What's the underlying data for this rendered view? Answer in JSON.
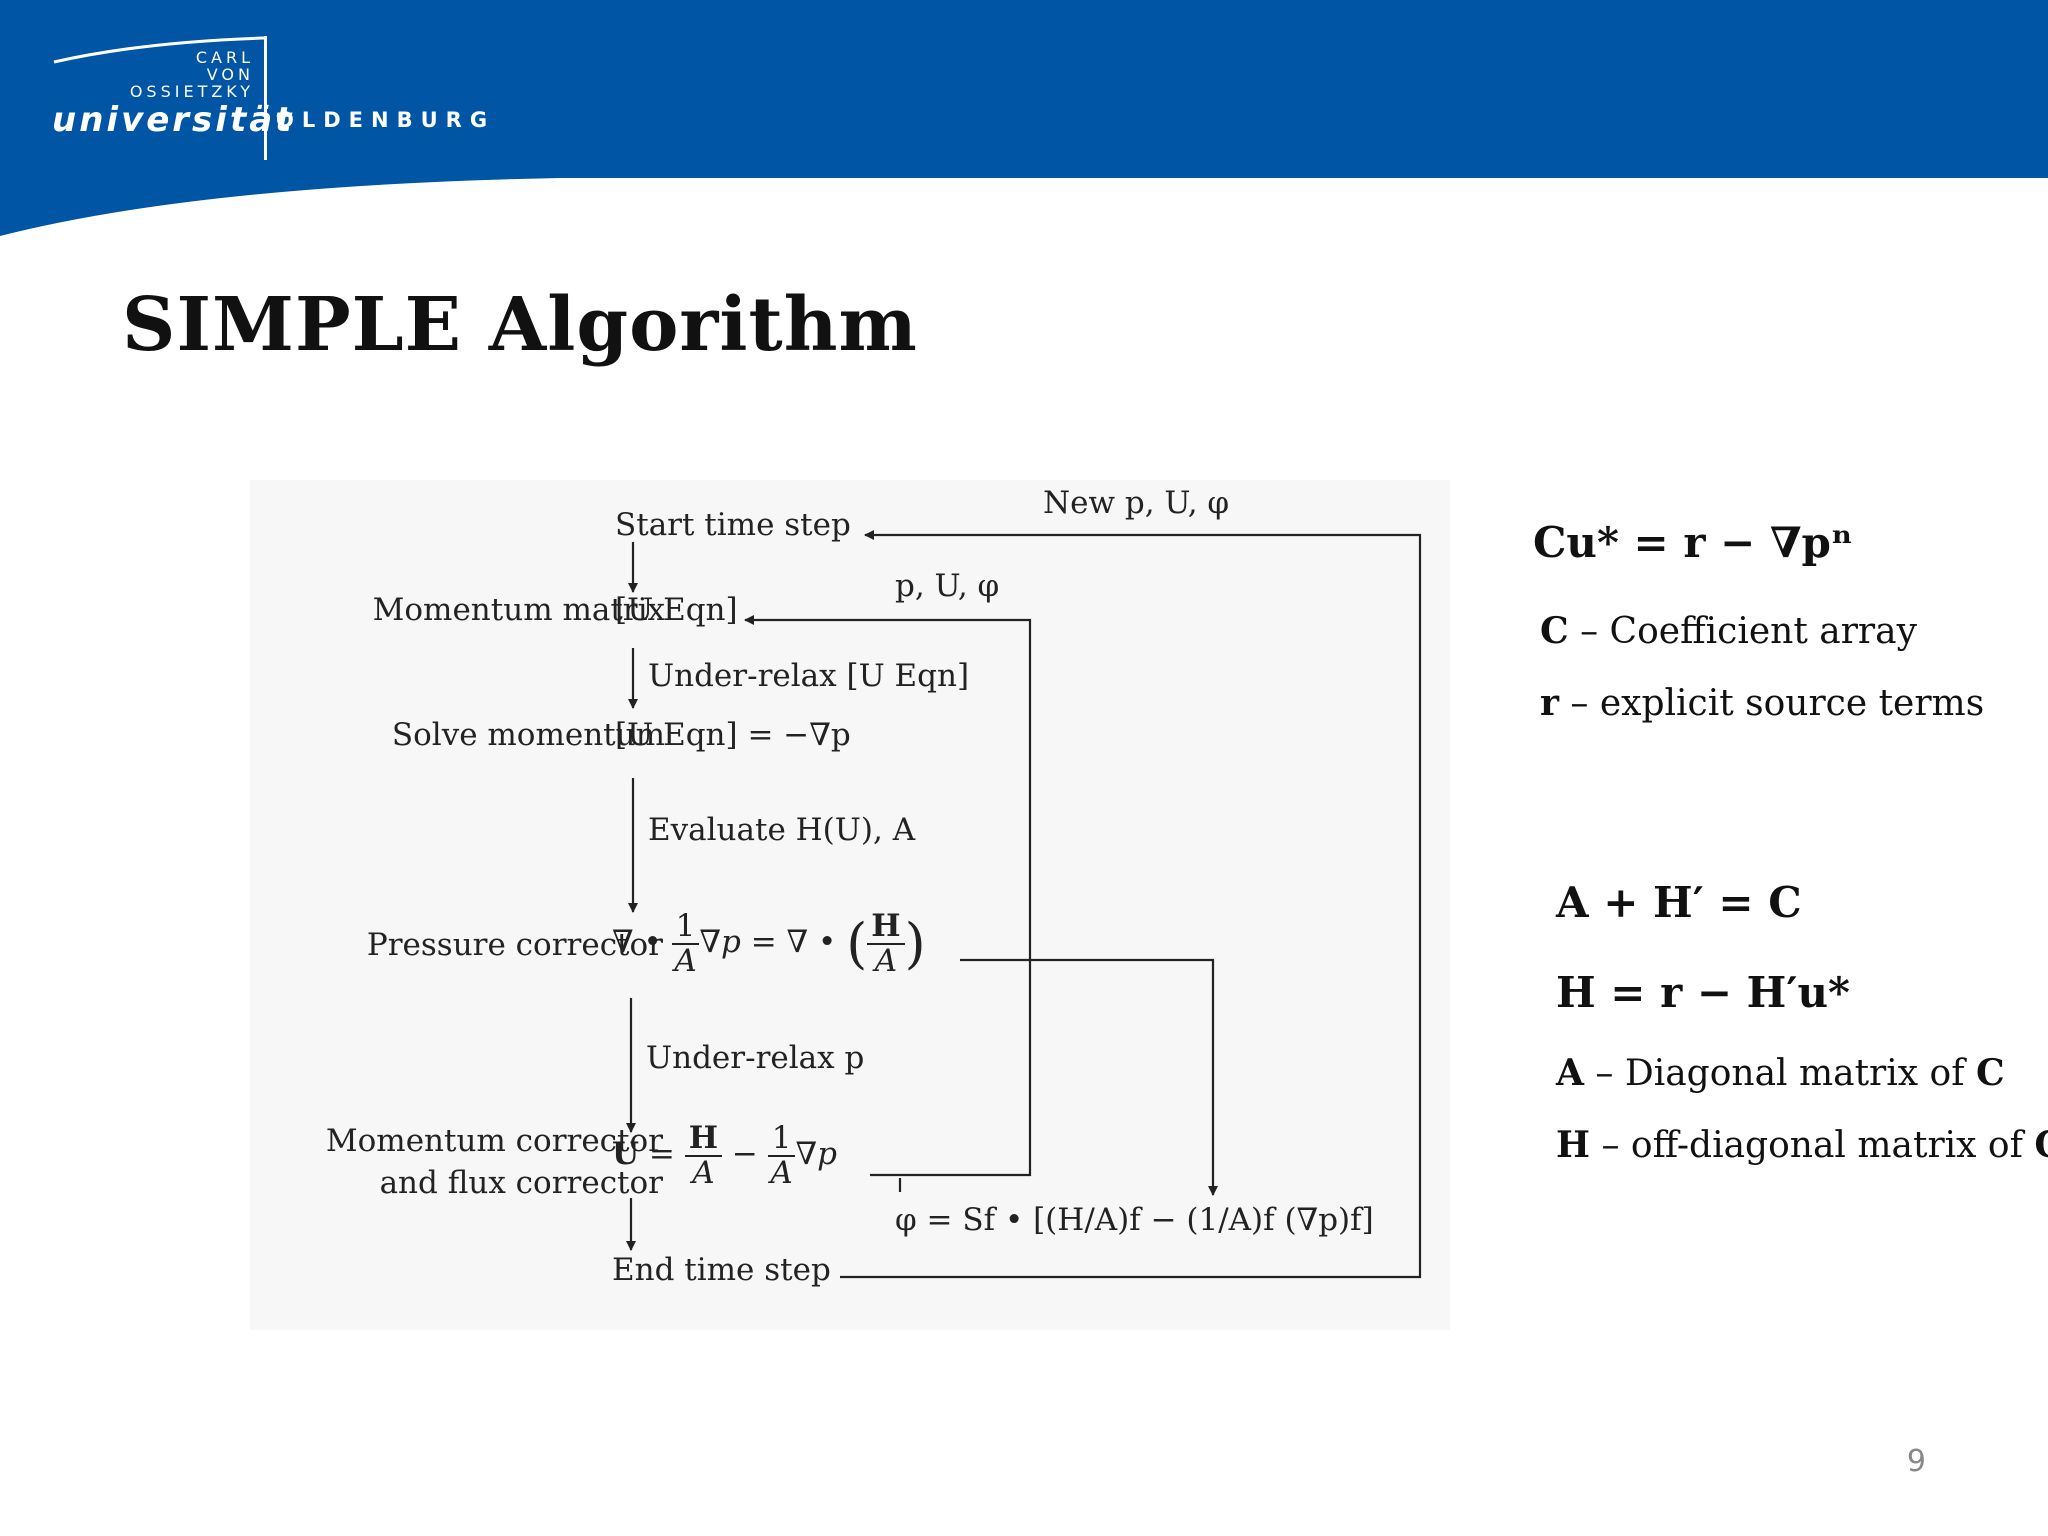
{
  "header": {
    "logo_line1": "CARL",
    "logo_line2": "VON",
    "logo_line3": "OSSIETZKY",
    "logo_uni": "universität",
    "logo_city": "OLDENBURG",
    "band_color": "#0055a4"
  },
  "slide": {
    "title": "SIMPLE Algorithm",
    "page_number": "9"
  },
  "diagram": {
    "new_loop_label": "New p, U, φ",
    "start": "Start time step",
    "momentum_matrix_label": "Momentum matrix",
    "ueqn": "[U Eqn]",
    "inner_loop_label": "p, U, φ",
    "under_relax_ueqn": "Under-relax [U Eqn]",
    "solve_momentum_label": "Solve momentum",
    "solve_eq": "[U Eqn] = −∇p",
    "evaluate": "Evaluate H(U), A",
    "pressure_corrector_label": "Pressure corrector",
    "under_relax_p": "Under-relax p",
    "momentum_corrector_label_1": "Momentum corrector",
    "momentum_corrector_label_2": "and flux corrector",
    "flux_eq": "φ = Sf • [(H/A)f − (1/A)f (∇p)f]",
    "end": "End time step"
  },
  "right": {
    "eq1": "Cu* = r − ∇pⁿ",
    "def_c_sym": "C",
    "def_c_text": " – Coefficient array",
    "def_r_sym": "r",
    "def_r_text": " – explicit source terms",
    "eq2": "A + H′ = C",
    "eq3": "H = r − H′u*",
    "def_a_sym": "A",
    "def_a_text": " – Diagonal matrix of ",
    "def_a_end": "C",
    "def_h_sym": "H",
    "def_h_text": " – off-diagonal matrix of ",
    "def_h_end": "C"
  }
}
